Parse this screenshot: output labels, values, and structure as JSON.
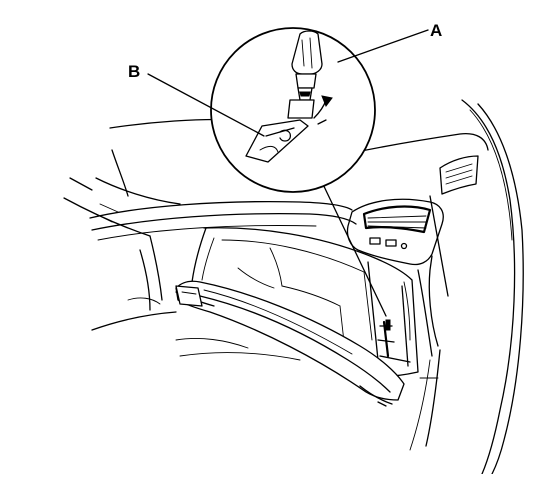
{
  "diagram": {
    "callouts": [
      {
        "id": "A",
        "text": "A"
      },
      {
        "id": "B",
        "text": "B"
      }
    ]
  }
}
